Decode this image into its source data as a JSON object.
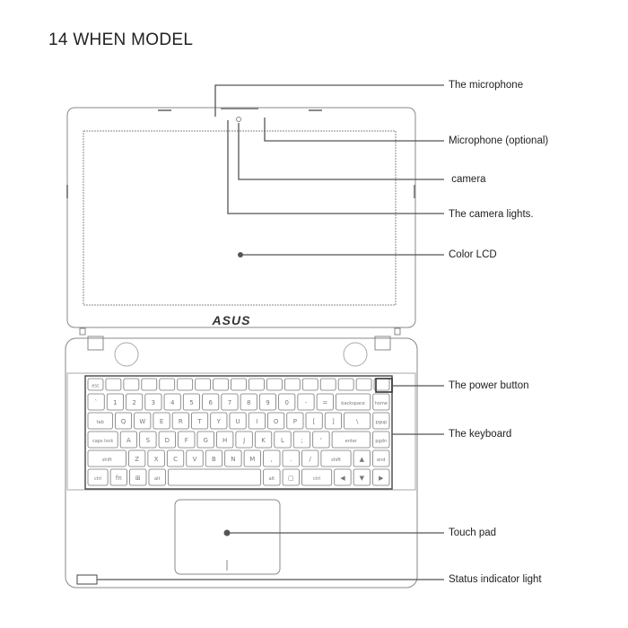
{
  "title": "14 WHEN MODEL",
  "brand_logo": "ASUS",
  "callouts": {
    "microphone": "The microphone",
    "microphone_optional": "Microphone (optional)",
    "camera": " camera",
    "camera_lights": "The camera lights.",
    "lcd": "Color LCD",
    "power": "The power button",
    "keyboard": "The keyboard",
    "touchpad": "Touch pad",
    "status": "Status indicator light"
  },
  "keyboard_rows": [
    [
      "esc",
      "",
      "",
      "",
      "",
      "",
      "",
      "",
      "",
      "",
      "",
      "",
      "",
      "",
      "",
      "",
      ""
    ],
    [
      "`",
      "1",
      "2",
      "3",
      "4",
      "5",
      "6",
      "7",
      "8",
      "9",
      "0",
      "-",
      "=",
      "backspace",
      "home"
    ],
    [
      "tab",
      "Q",
      "W",
      "E",
      "R",
      "T",
      "Y",
      "U",
      "I",
      "O",
      "P",
      "[",
      "]",
      "\\",
      "pgup"
    ],
    [
      "caps lock",
      "A",
      "S",
      "D",
      "F",
      "G",
      "H",
      "J",
      "K",
      "L",
      ";",
      "'",
      "enter",
      "pgdn"
    ],
    [
      "shift",
      "Z",
      "X",
      "C",
      "V",
      "B",
      "N",
      "M",
      ",",
      ".",
      "/",
      "shift",
      "▲",
      "end"
    ],
    [
      "ctrl",
      "fn",
      "⊞",
      "alt",
      "",
      "alt",
      "▢",
      "ctrl",
      "◀",
      "▼",
      "▶"
    ]
  ],
  "colors": {
    "line": "#555555",
    "text": "#222222",
    "key": "#777777"
  }
}
